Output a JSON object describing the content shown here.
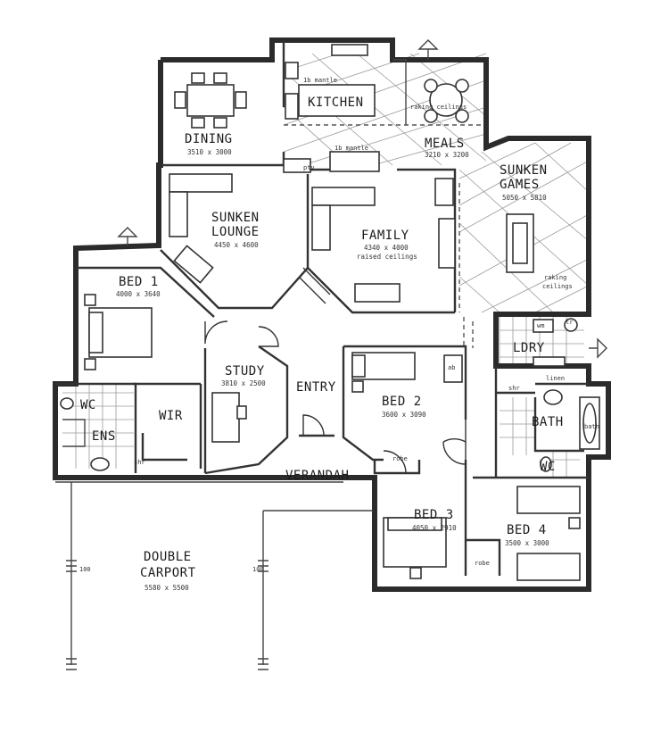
{
  "rooms": {
    "dining": {
      "name": "DINING",
      "dim": "3510 x 3000"
    },
    "kitchen": {
      "name": "KITCHEN"
    },
    "meals": {
      "name": "MEALS",
      "dim": "3210 x 3200"
    },
    "sunken_lounge": {
      "name_1": "SUNKEN",
      "name_2": "LOUNGE",
      "dim": "4450 x 4600"
    },
    "family": {
      "name": "FAMILY",
      "dim": "4340 x 4000",
      "note": "raised ceilings"
    },
    "sunken_games": {
      "name_1": "SUNKEN",
      "name_2": "GAMES",
      "dim": "5050 x 5810",
      "note_1": "raking",
      "note_2": "ceilings"
    },
    "bed1": {
      "name": "BED 1",
      "dim": "4000 x 3640"
    },
    "study": {
      "name": "STUDY",
      "dim": "3810 x 2500"
    },
    "entry": {
      "name": "ENTRY"
    },
    "bed2": {
      "name": "BED 2",
      "dim": "3600 x 3090"
    },
    "ldry": {
      "name": "LDRY"
    },
    "bath": {
      "name": "BATH"
    },
    "wc1": {
      "name": "WC"
    },
    "wc2": {
      "name": "WC"
    },
    "ens": {
      "name": "ENS"
    },
    "wir": {
      "name": "WIR"
    },
    "verandah": {
      "name": "VERANDAH"
    },
    "bed3": {
      "name": "BED 3",
      "dim": "4050 x 2910"
    },
    "bed4": {
      "name": "BED 4",
      "dim": "3500 x 3000"
    },
    "carport": {
      "name_1": "DOUBLE",
      "name_2": "CARPORT",
      "dim": "5580 x 5500"
    }
  },
  "annotations": {
    "raking_ceilings_meals": "raking ceilings",
    "pantry": "pty",
    "bench_1": "1b mantle",
    "bench_2": "1b mantle",
    "robe": "robe",
    "robe2": "robe",
    "linen": "linen",
    "shr": "shr",
    "shr2": "shr",
    "bath_label": "bath",
    "tr": "tr",
    "wm": "wm",
    "ab": "ab",
    "post": "100"
  }
}
